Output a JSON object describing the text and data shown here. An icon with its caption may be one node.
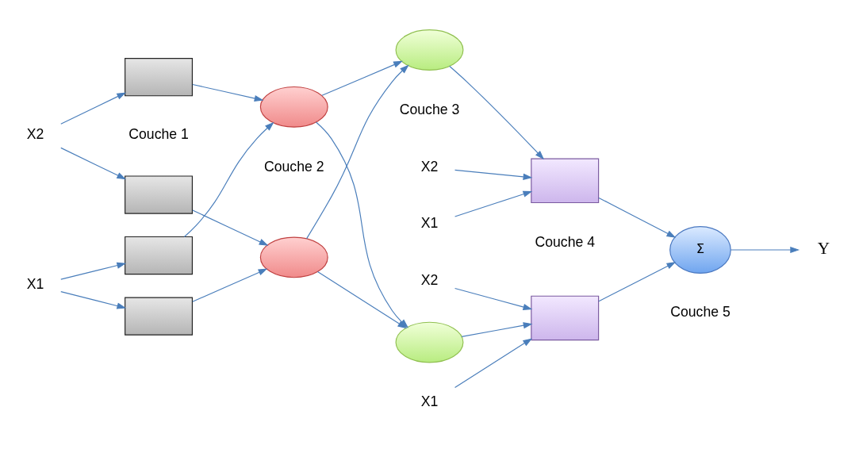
{
  "diagram": {
    "nodes": [
      {
        "text": [
          "X1"
        ]
      },
      {
        "text": [
          "X2"
        ]
      },
      {
        "text": [],
        "shape": "box"
      },
      {
        "text": [],
        "shape": "box"
      },
      {
        "text": [],
        "shape": "box"
      },
      {
        "text": [],
        "shape": "box"
      },
      {
        "text": [],
        "shape": "ellipse"
      },
      {
        "text": [],
        "shape": "ellipse"
      },
      {
        "text": [],
        "shape": "ellipse"
      },
      {
        "text": [],
        "shape": "ellipse"
      },
      {
        "text": [],
        "shape": "box"
      },
      {
        "text": [],
        "shape": "box"
      },
      {
        "text": [
          "Σ"
        ]
      },
      {
        "text": [
          "Y"
        ]
      },
      {
        "text": [
          "X1"
        ]
      },
      {
        "text": [
          "X2"
        ]
      },
      {
        "text": [
          "X1"
        ]
      },
      {
        "text": [
          "X2"
        ]
      }
    ],
    "edges": [
      {
        "from": 0,
        "to": 2,
        "arrow": "to"
      },
      {
        "from": 0,
        "to": 3,
        "arrow": "to"
      },
      {
        "from": 1,
        "to": 4,
        "arrow": "to"
      },
      {
        "from": 1,
        "to": 5,
        "arrow": "to"
      },
      {
        "from": 2,
        "to": 6,
        "arrow": "to"
      },
      {
        "from": 3,
        "to": 7,
        "arrow": "to"
      },
      {
        "from": 4,
        "to": 6,
        "arrow": "to"
      },
      {
        "from": 5,
        "to": 7,
        "arrow": "to"
      },
      {
        "from": 6,
        "to": 8,
        "arrow": "to"
      },
      {
        "from": 6,
        "to": 9,
        "arrow": "to"
      },
      {
        "from": 7,
        "to": 8,
        "arrow": "to"
      },
      {
        "from": 7,
        "to": 9,
        "arrow": "to"
      },
      {
        "from": 8,
        "to": 10,
        "arrow": "to"
      },
      {
        "from": 9,
        "to": 11,
        "arrow": "to"
      },
      {
        "from": 14,
        "to": 10,
        "arrow": "to"
      },
      {
        "from": 15,
        "to": 10,
        "arrow": "to"
      },
      {
        "from": 16,
        "to": 11,
        "arrow": "to"
      },
      {
        "from": 17,
        "to": 11,
        "arrow": "to"
      },
      {
        "from": 10,
        "to": 12,
        "arrow": "to"
      },
      {
        "from": 11,
        "to": 12,
        "arrow": "to"
      },
      {
        "from": 12,
        "to": 13,
        "arrow": "to"
      }
    ],
    "labels": [
      "Couche 1",
      "Couche 2",
      "Couche 3",
      "Couche 4",
      "Couche 5"
    ]
  }
}
